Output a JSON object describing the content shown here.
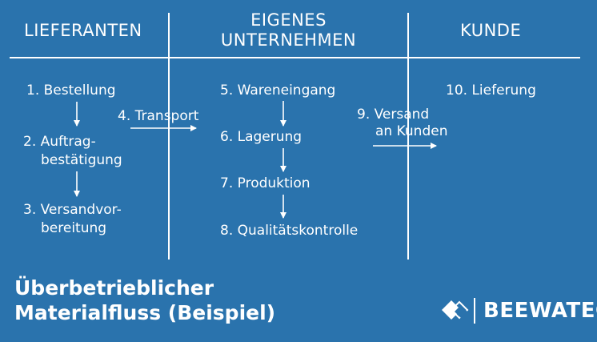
{
  "columns": {
    "left": "LIEFERANTEN",
    "middle_line1": "EIGENES",
    "middle_line2": "UNTERNEHMEN",
    "right": "KUNDE"
  },
  "steps": {
    "s1": "1. Bestellung",
    "s2_line1": "2. Auftrag-",
    "s2_line2": "bestätigung",
    "s3_line1": "3. Versandvor-",
    "s3_line2": "bereitung",
    "s4": "4. Transport",
    "s5": "5. Wareneingang",
    "s6": "6. Lagerung",
    "s7": "7. Produktion",
    "s8": "8. Qualitätskontrolle",
    "s9_line1": "9. Versand",
    "s9_line2": "an Kunden",
    "s10": "10. Lieferung"
  },
  "title": {
    "line1": "Überbetrieblicher",
    "line2": "Materialfluss (Beispiel)"
  },
  "brand": {
    "name": "BEEWATEC",
    "icon": "beewatec-logo-icon"
  },
  "colors": {
    "background": "#2a73ad",
    "foreground": "#ffffff"
  }
}
